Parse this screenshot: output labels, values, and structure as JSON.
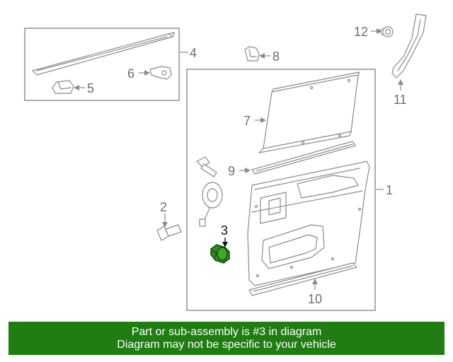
{
  "diagram": {
    "callouts": {
      "c1": "1",
      "c2": "2",
      "c3": "3",
      "c4": "4",
      "c5": "5",
      "c6": "6",
      "c7": "7",
      "c8": "8",
      "c9": "9",
      "c10": "10",
      "c11": "11",
      "c12": "12"
    },
    "highlight_part": "3",
    "highlight_color": "#2e8b1f",
    "line_color": "#8a8a8a"
  },
  "banner": {
    "line1": "Part or sub-assembly is #3 in diagram",
    "line2": "Diagram may not be specific to your vehicle",
    "background": "#1f7d12"
  }
}
